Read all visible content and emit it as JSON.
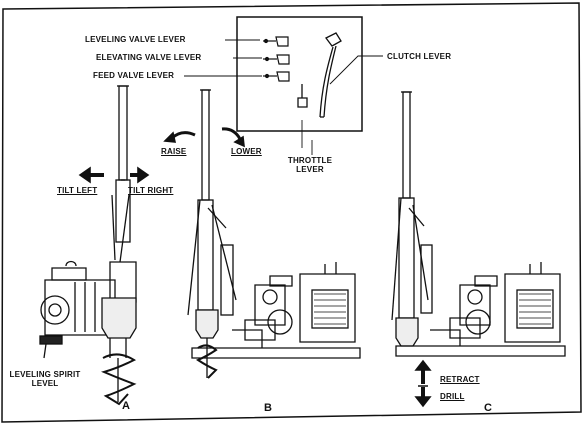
{
  "callouts": {
    "leveling_valve_lever": "LEVELING VALVE LEVER",
    "elevating_valve_lever": "ELEVATING VALVE LEVER",
    "feed_valve_lever": "FEED VALVE LEVER",
    "clutch_lever": "CLUTCH LEVER",
    "throttle_lever_line1": "THROTTLE",
    "throttle_lever_line2": "LEVER",
    "raise": "RAISE",
    "lower": "LOWER",
    "tilt_left": "TILT LEFT",
    "tilt_right": "TILT RIGHT",
    "leveling_spirit_level_line1": "LEVELING SPIRIT",
    "leveling_spirit_level_line2": "LEVEL",
    "retract": "RETRACT",
    "drill": "DRILL"
  },
  "panels": {
    "a": "A",
    "b": "B",
    "c": "C"
  }
}
